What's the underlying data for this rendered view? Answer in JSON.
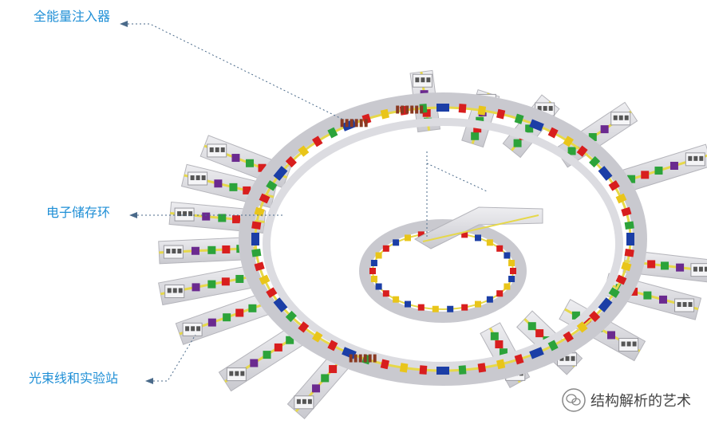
{
  "labels": {
    "injector": "全能量注入器",
    "storage_ring": "电子储存环",
    "beamlines": "光束线和实验站"
  },
  "watermark": {
    "icon": "wechat-icon",
    "text": "结构解析的艺术"
  },
  "colors": {
    "label_text": "#1f8fd6",
    "leader_line": "#4a6a8a",
    "tunnel": "#d9d9de",
    "magnet_red": "#d81e1e",
    "magnet_blue": "#1b3ea6",
    "magnet_yellow": "#e9c51a",
    "magnet_green": "#2ca33a",
    "hutch_purple": "#6b2a8f",
    "cavity_brown": "#8a3a22",
    "beam_pipe": "#e6d84a"
  }
}
